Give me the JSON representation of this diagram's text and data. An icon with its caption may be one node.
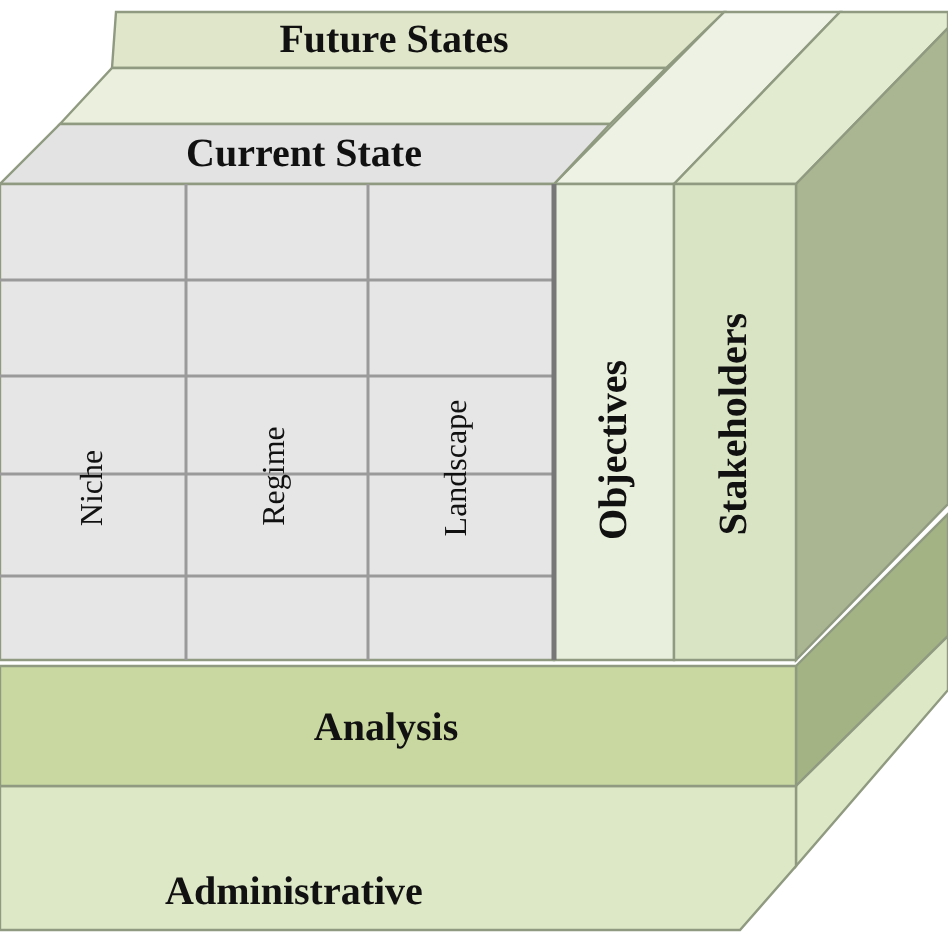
{
  "diagram": {
    "nodes": [
      {
        "text": [
          "Future States"
        ]
      },
      {
        "text": [
          "Current State"
        ]
      },
      {
        "text": [
          "Niche"
        ],
        "in": 1
      },
      {
        "text": [
          "Regime"
        ],
        "in": 1
      },
      {
        "text": [
          "Landscape"
        ],
        "in": 1
      },
      {
        "text": [
          "Objectives"
        ]
      },
      {
        "text": [
          "Stakeholders"
        ]
      },
      {
        "text": [
          "Analysis"
        ]
      },
      {
        "text": [
          "Administrative"
        ]
      }
    ]
  }
}
